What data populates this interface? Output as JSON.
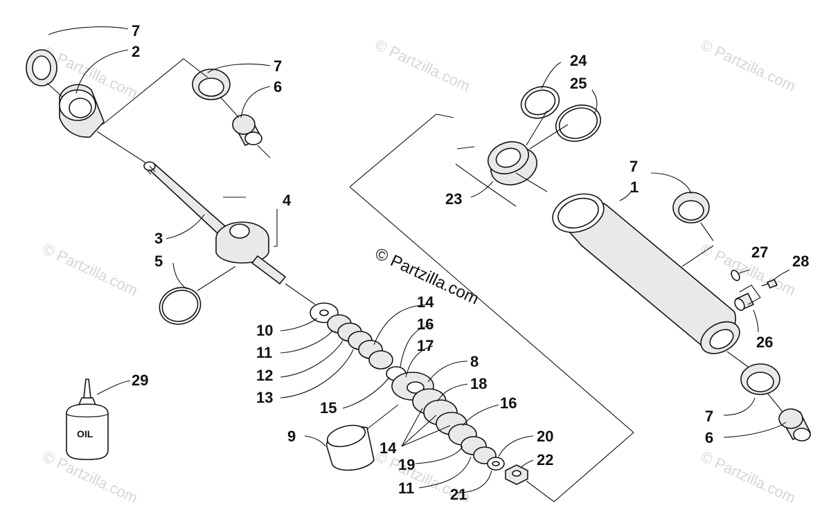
{
  "diagram": {
    "watermark_main": "© Partzilla.com",
    "watermark_repeat": "© Partzilla.com",
    "oil_label": "OIL",
    "callouts": [
      "7",
      "2",
      "7",
      "6",
      "24",
      "25",
      "23",
      "7",
      "1",
      "4",
      "3",
      "5",
      "27",
      "28",
      "26",
      "10",
      "14",
      "16",
      "11",
      "17",
      "12",
      "8",
      "13",
      "18",
      "15",
      "16",
      "9",
      "20",
      "14",
      "19",
      "22",
      "11",
      "21",
      "7",
      "6",
      "29"
    ]
  }
}
